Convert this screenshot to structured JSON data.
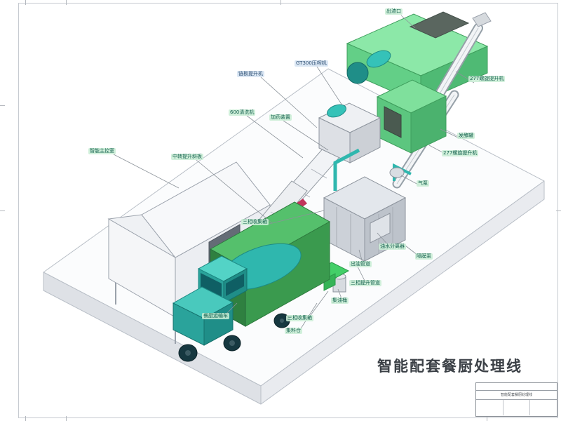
{
  "sheet": {
    "title": "智能配套餐厨处理线",
    "title_block": {
      "name": "智能配套餐厨处理线"
    }
  },
  "labels": {
    "chute_outlet": "出渣口",
    "screw_elevator_1": "277螺旋提升机",
    "press": "GT300压榨机",
    "chain_elevator": "链板提升机",
    "washer": "600清洗机",
    "dosing": "加药装置",
    "control_room": "智能主控室",
    "incline_board": "中转提升斜板",
    "ferment_tank": "发酵罐",
    "screw_elevator_2": "277螺旋提升机",
    "air_pump": "气泵",
    "three_phase_box_1": "三相收集箱",
    "oil_water_separator": "油水分离器",
    "diaphragm_pump": "隔膜泵",
    "oil_outlet_pipe": "出油管道",
    "three_phase_pipe": "三相提升管道",
    "oil_barrel": "集油桶",
    "three_phase_box_2": "三相收集箱",
    "feed_bin": "集料仓",
    "truck": "餐厨运输车"
  },
  "colors": {
    "machine_green_light": "#8ce8a8",
    "machine_green": "#5ecc84",
    "truck_box_green": "#3a9a4e",
    "teal": "#2fb7ae",
    "steel_gray": "#ccd1d8",
    "label_green_text": "#14604e",
    "label_blue_text": "#2d4f73"
  }
}
